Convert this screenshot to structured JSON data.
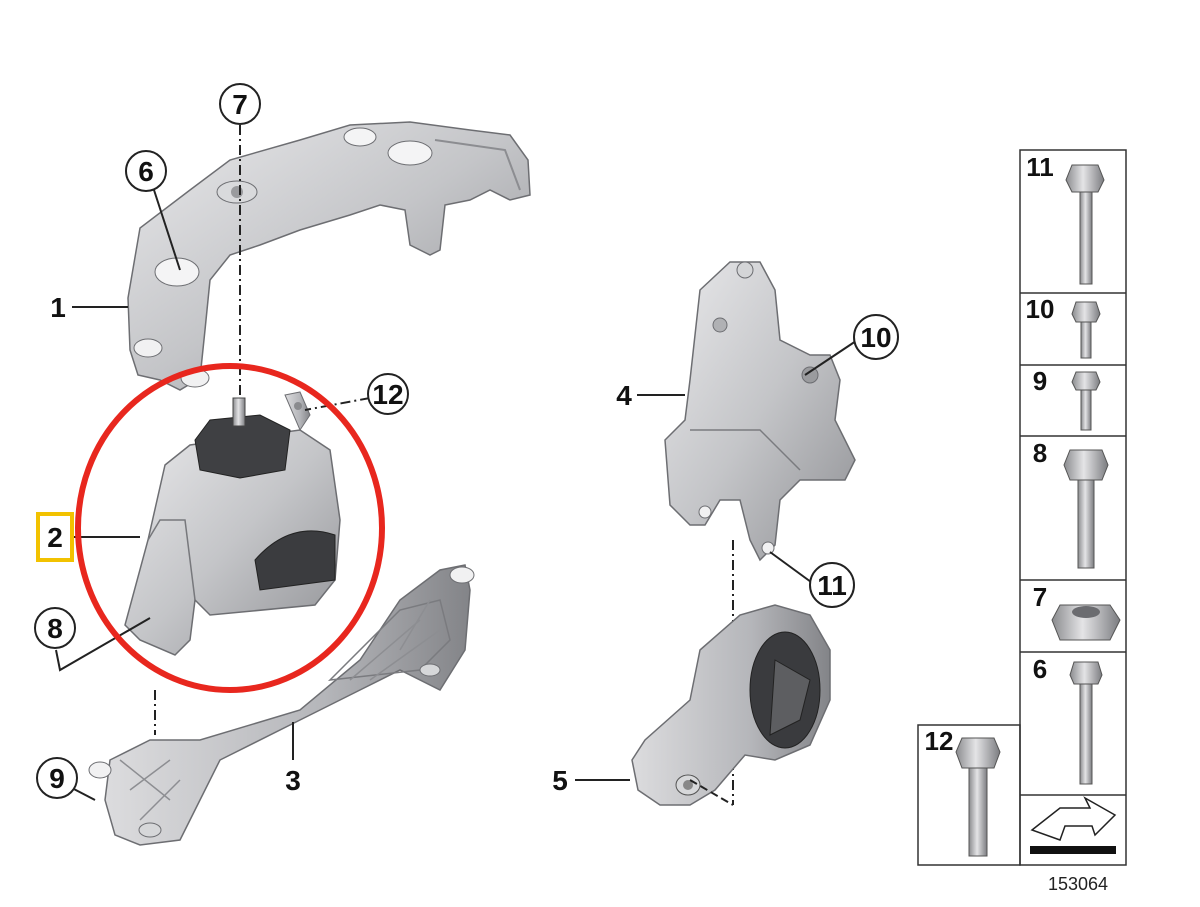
{
  "diagram": {
    "callouts": {
      "c1": "1",
      "c2": "2",
      "c3": "3",
      "c4": "4",
      "c5": "5",
      "c6": "6",
      "c7": "7",
      "c8": "8",
      "c9": "9",
      "c10": "10",
      "c11": "11",
      "c12": "12"
    },
    "hardware_table": {
      "r11": "11",
      "r10": "10",
      "r9": "9",
      "r8": "8",
      "r7": "7",
      "r6": "6",
      "r12": "12"
    },
    "diagram_number": "153064",
    "highlight": {
      "circle_color": "#e8271e",
      "box_color": "#f2c200"
    }
  }
}
